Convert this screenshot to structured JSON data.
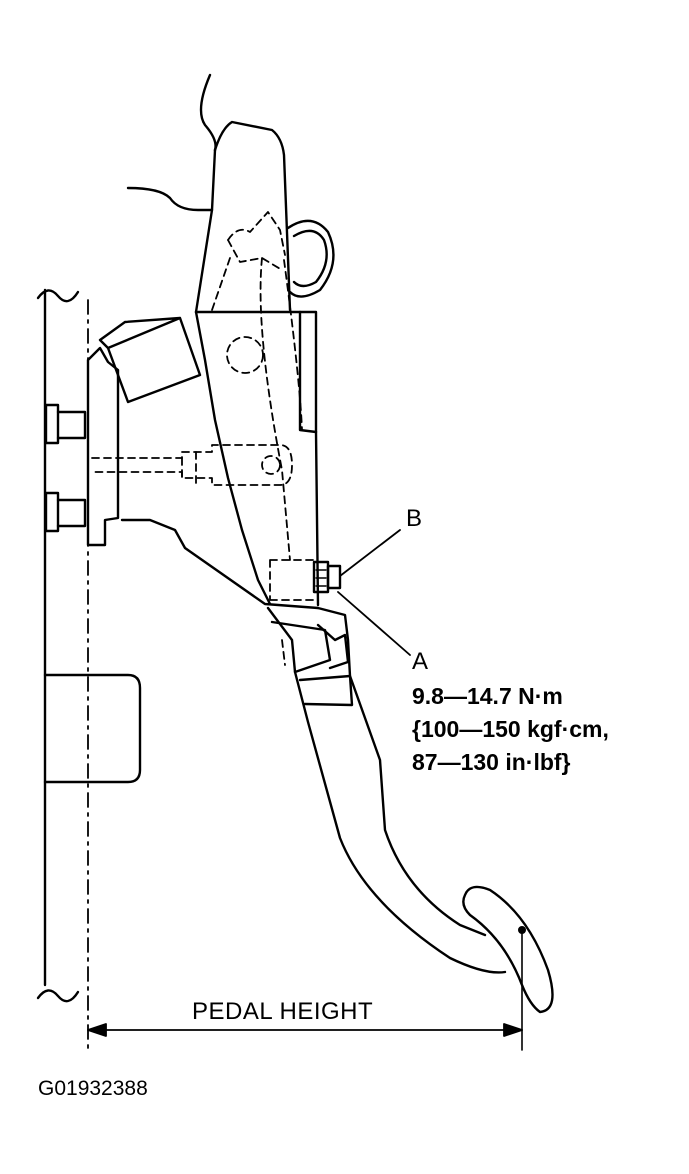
{
  "labels": {
    "callout_b": "B",
    "callout_a": "A",
    "torque_line1": "9.8—14.7 N·m",
    "torque_line2": "{100—150 kgf·cm,",
    "torque_line3": "87—130 in·lbf}",
    "dimension": "PEDAL HEIGHT",
    "figure_id": "G01932388"
  }
}
